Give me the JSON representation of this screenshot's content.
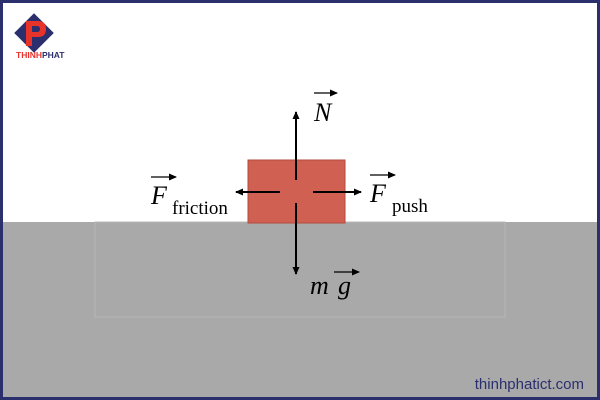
{
  "logo": {
    "mark": "P",
    "brand_part1": "THINH",
    "brand_part2": "PHAT",
    "color_primary": "#e8332a",
    "color_secondary": "#2b2f6e"
  },
  "watermark": "thinhphatict.com",
  "colors": {
    "frame": "#2b2f6e",
    "ground": "#a9a9a9",
    "box": "#d06052",
    "box_border": "#b24a3e",
    "arrow": "#000000"
  },
  "forces": {
    "normal": {
      "symbol": "N"
    },
    "push": {
      "symbol": "F",
      "subscript": "push"
    },
    "friction": {
      "symbol": "F",
      "subscript": "friction"
    },
    "weight": {
      "symbol_m": "m",
      "symbol_g": "g"
    }
  }
}
